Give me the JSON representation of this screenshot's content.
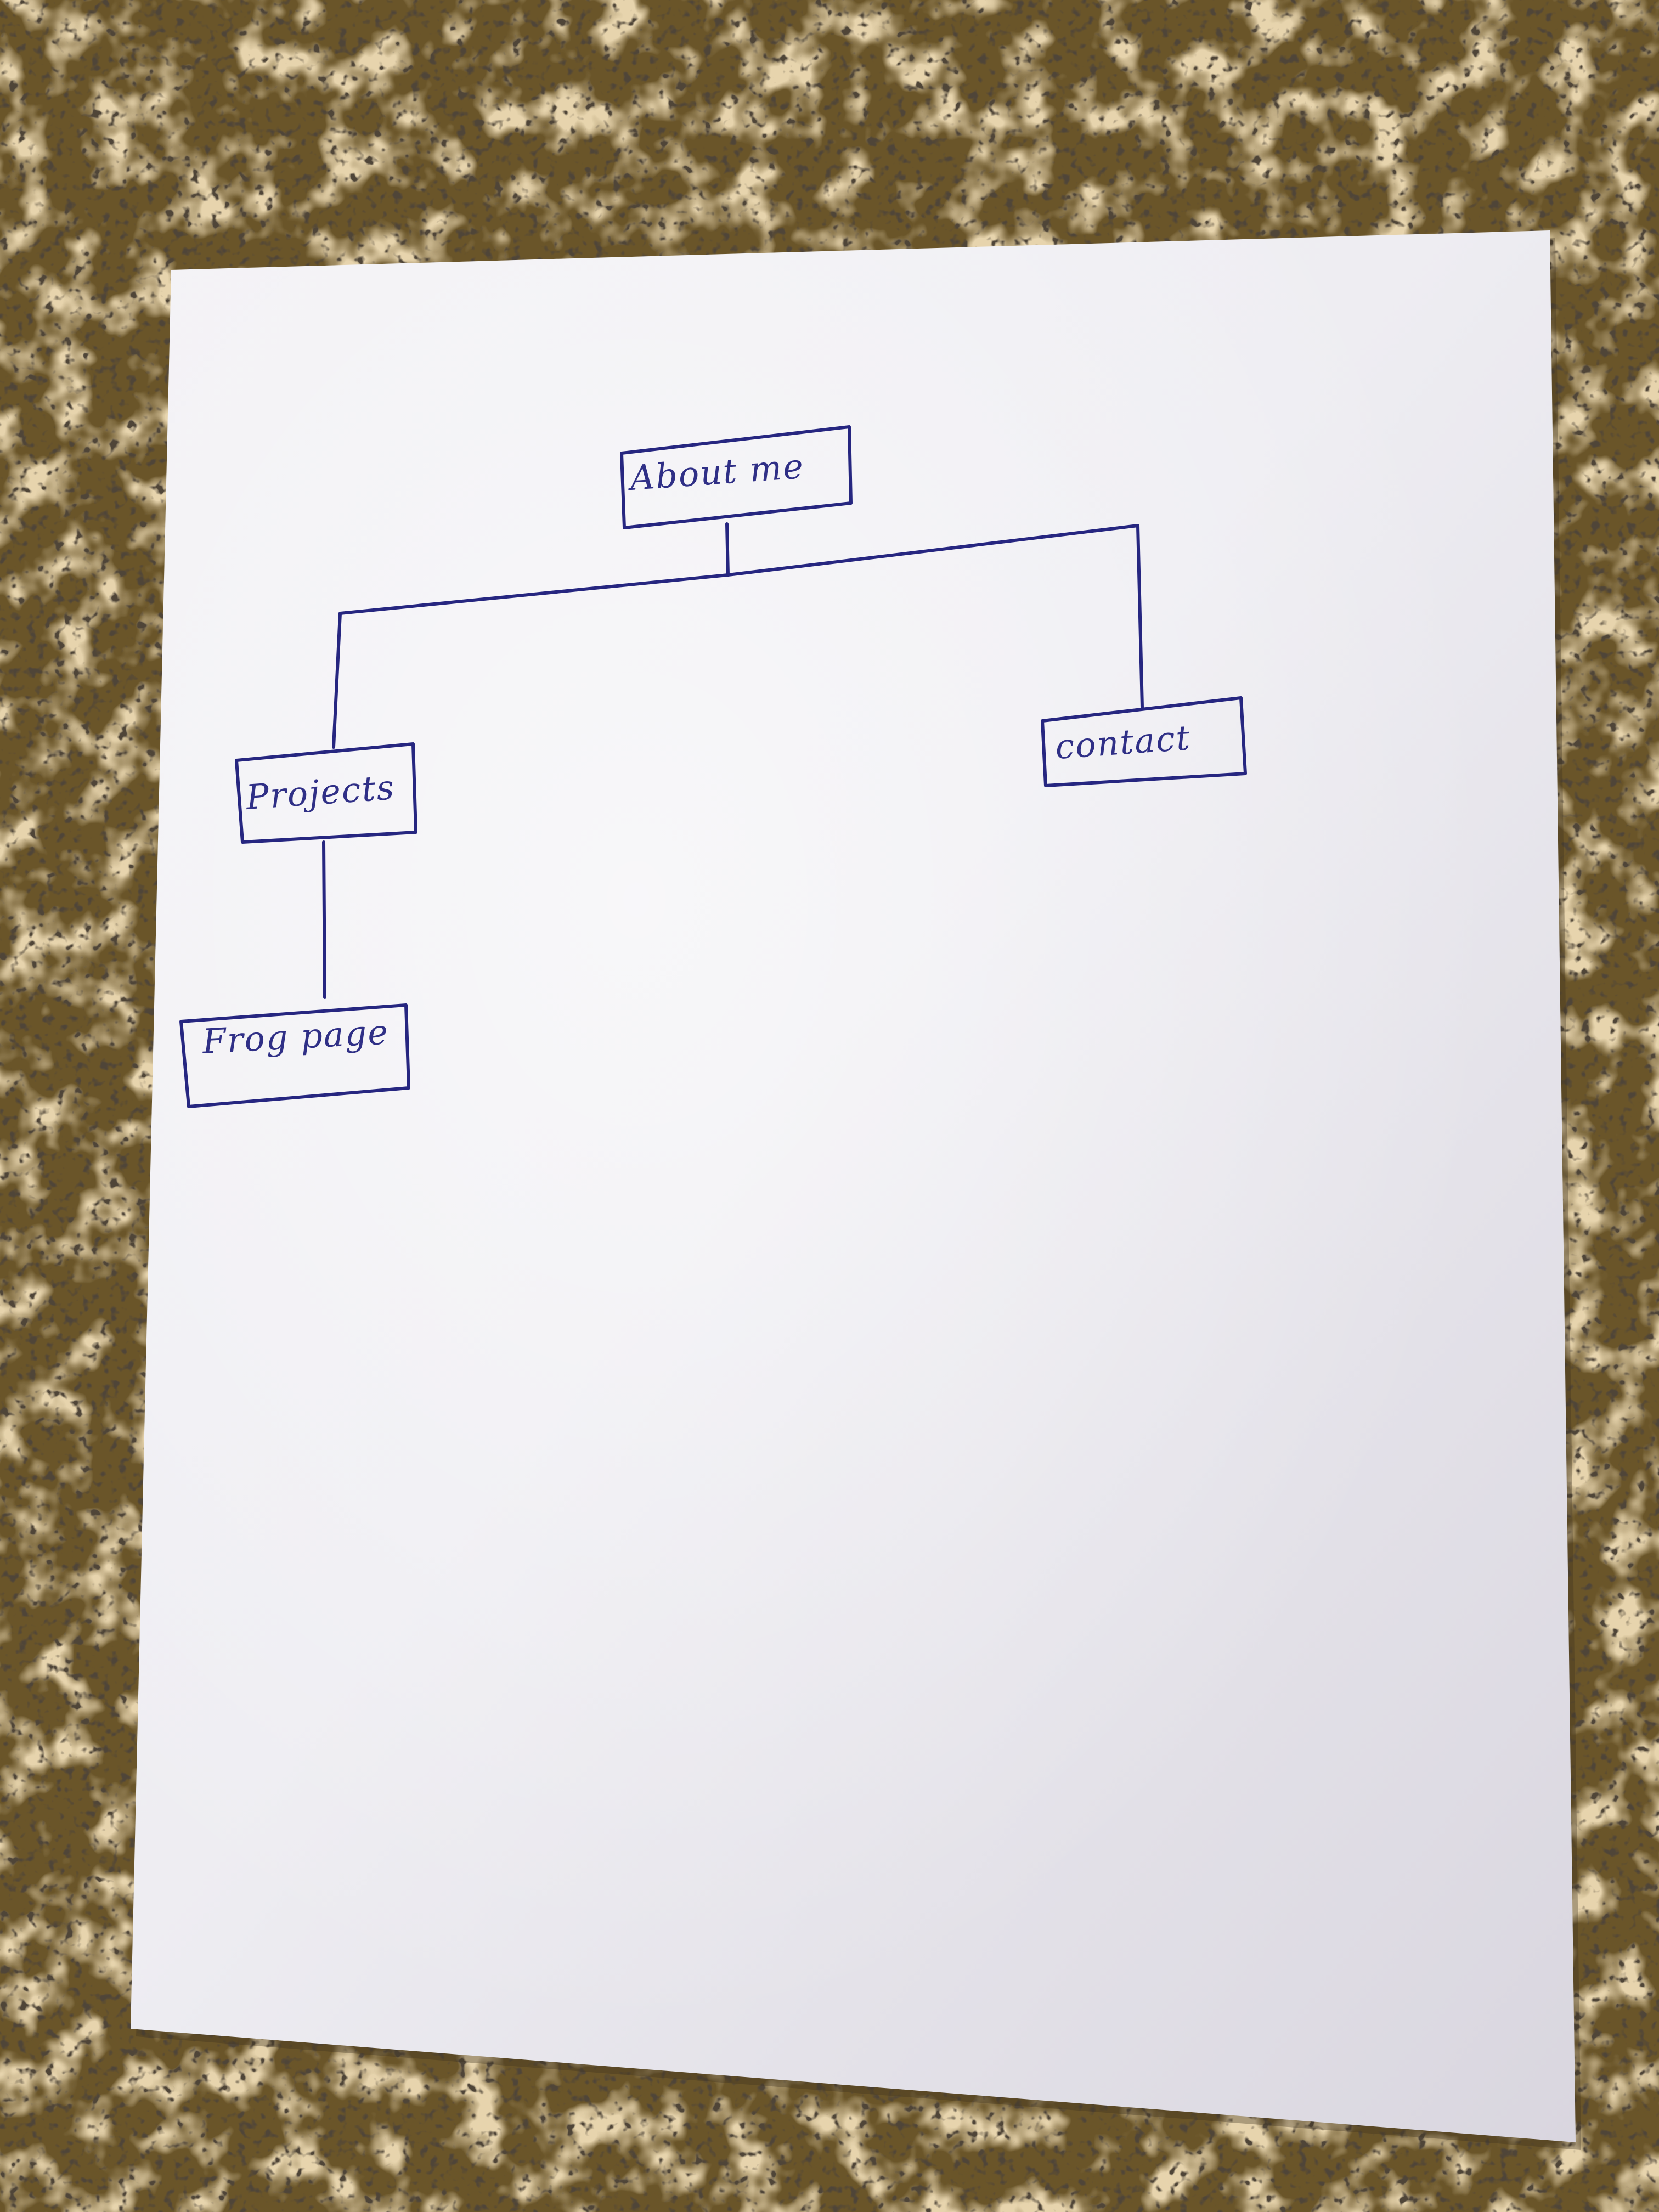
{
  "photo": {
    "subject": "hand-drawn site map on a sheet of paper lying on a granite countertop",
    "colors": {
      "counter_base": "#6a5529",
      "counter_light": "#d8b57a",
      "counter_dark": "#1e170c",
      "paper": "#f1f0f4",
      "paper_shadow": "#dcd9e2",
      "ink": "#262680"
    }
  },
  "diagram": {
    "nodes": [
      {
        "id": "about",
        "label": "About me"
      },
      {
        "id": "projects",
        "label": "Projects"
      },
      {
        "id": "contact",
        "label": "contact"
      },
      {
        "id": "frog",
        "label": "Frog page"
      }
    ],
    "edges": [
      {
        "from": "about",
        "to": "projects"
      },
      {
        "from": "about",
        "to": "contact"
      },
      {
        "from": "projects",
        "to": "frog"
      }
    ]
  }
}
